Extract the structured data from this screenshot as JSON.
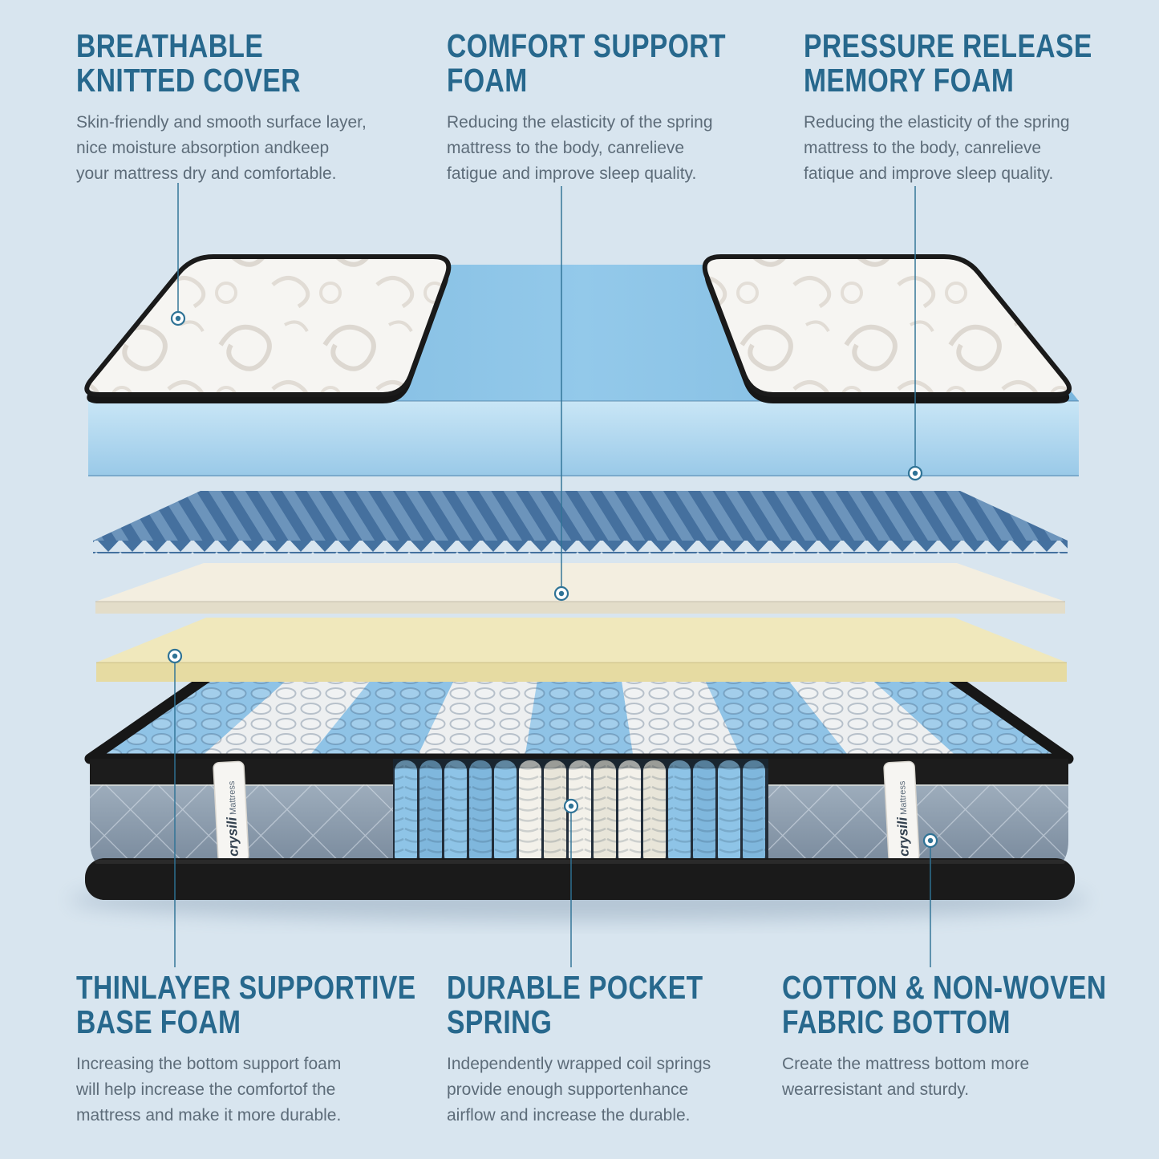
{
  "callouts": {
    "top_left": {
      "title_lines": [
        "BREATHABLE",
        "KNITTED COVER"
      ],
      "body_lines": [
        "Skin-friendly and smooth surface layer,",
        "nice moisture absorption andkeep",
        "your mattress dry and comfortable."
      ]
    },
    "top_center": {
      "title_lines": [
        "COMFORT SUPPORT",
        "FOAM"
      ],
      "body_lines": [
        "Reducing the elasticity of the spring",
        "mattress to the body, canrelieve",
        "fatigue and improve sleep quality."
      ]
    },
    "top_right": {
      "title_lines": [
        "PRESSURE RELEASE",
        "MEMORY FOAM"
      ],
      "body_lines": [
        "Reducing the elasticity of the spring",
        "mattress to the body, canrelieve",
        "fatique and improve sleep quality."
      ]
    },
    "bottom_left": {
      "title_lines": [
        "THINLAYER SUPPORTIVE",
        "BASE FOAM"
      ],
      "body_lines": [
        "Increasing the bottom support foam",
        "will help increase the comfortof the",
        "mattress and make it more durable."
      ]
    },
    "bottom_center": {
      "title_lines": [
        "DURABLE POCKET",
        "SPRING"
      ],
      "body_lines": [
        "Independently wrapped coil springs",
        "provide enough supportenhance",
        "airflow and increase the durable."
      ]
    },
    "bottom_right": {
      "title_lines": [
        "COTTON & NON-WOVEN",
        "FABRIC BOTTOM"
      ],
      "body_lines": [
        "Create the mattress bottom more",
        "wearresistant and sturdy."
      ]
    }
  },
  "mattress_label": {
    "brand": "crysili",
    "product": "Mattress"
  },
  "colors": {
    "background": "#d8e5ef",
    "title": "#27688d",
    "body_text": "#5d6c79",
    "leader": "#2f7396",
    "cover_white": "#f6f5f2",
    "comfort_foam_blue": "#8ac2e4",
    "convoluted_foam_blue": "#507fae",
    "base_foam_cream": "#f3eee0",
    "base_foam_yellow": "#f0e8bc",
    "spring_blue": "#8ec4e7",
    "spring_white": "#f3f1ea",
    "quilt_gray": "#8ea0b0",
    "trim_black": "#1a1a1a"
  }
}
